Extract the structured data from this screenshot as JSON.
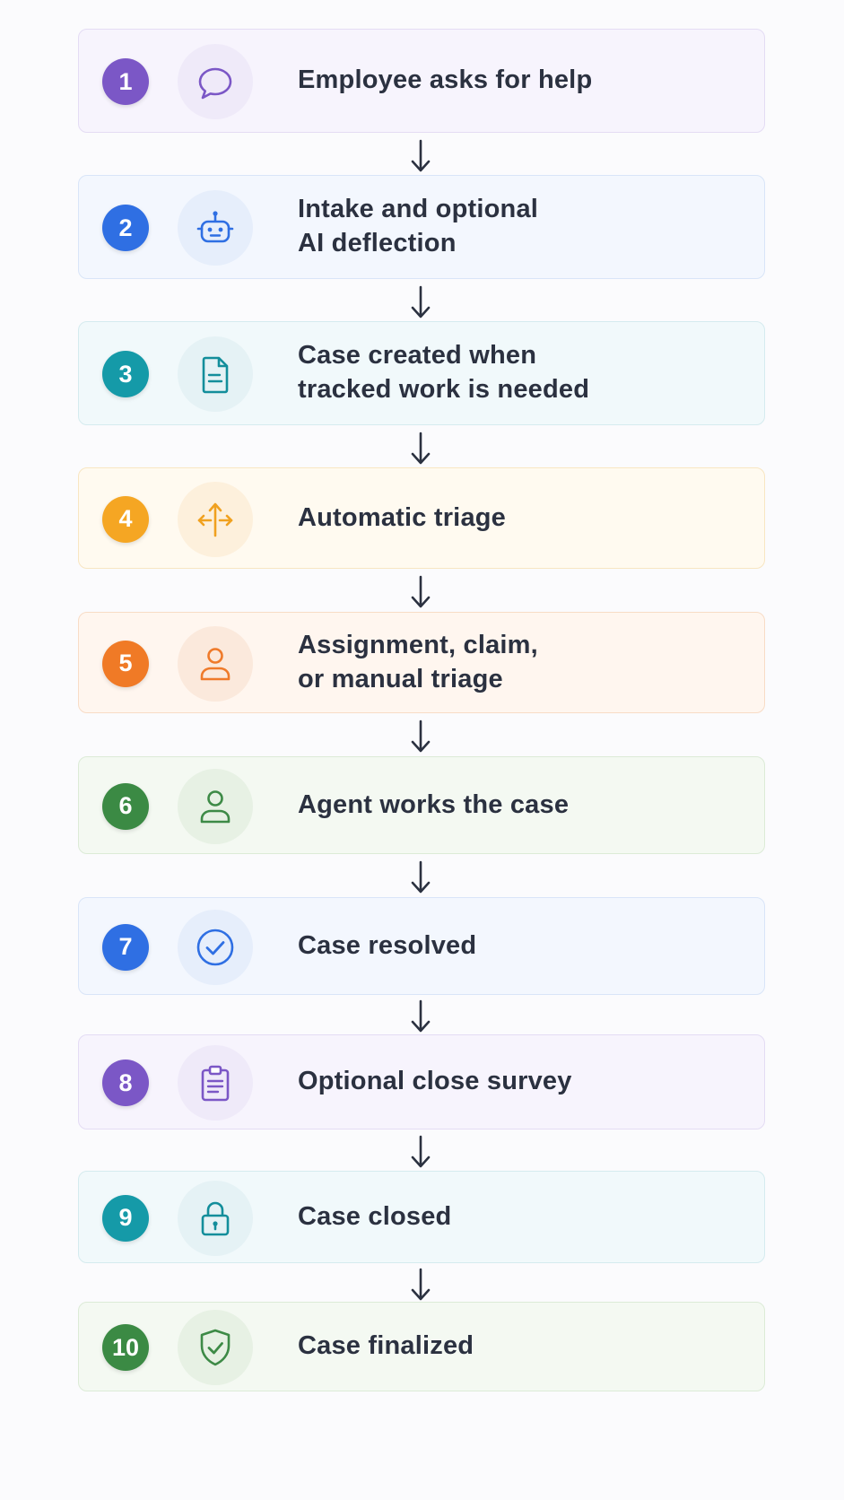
{
  "steps": [
    {
      "number": "1",
      "label": "Employee asks for help",
      "icon": "chat-bubble-icon",
      "badge_color": "#7b57c6",
      "accent": "#7b57c6",
      "card_bg": "#f7f4fd",
      "card_border": "#e4dcf4",
      "icon_bg": "#efeaf9"
    },
    {
      "number": "2",
      "label": "Intake and optional\nAI deflection",
      "icon": "robot-icon",
      "badge_color": "#2f6fe3",
      "accent": "#2f6fe3",
      "card_bg": "#f3f7fe",
      "card_border": "#d9e5f8",
      "icon_bg": "#e6eefb"
    },
    {
      "number": "3",
      "label": "Case created when\ntracked work is needed",
      "icon": "document-icon",
      "badge_color": "#159aa8",
      "accent": "#138e9b",
      "card_bg": "#f1f9fb",
      "card_border": "#d5ebef",
      "icon_bg": "#e5f2f5"
    },
    {
      "number": "4",
      "label": "Automatic triage",
      "icon": "split-arrows-icon",
      "badge_color": "#f5a623",
      "accent": "#f0a11f",
      "card_bg": "#fffaf0",
      "card_border": "#f8e6c2",
      "icon_bg": "#fdf0dc"
    },
    {
      "number": "5",
      "label": "Assignment, claim,\nor manual triage",
      "icon": "person-icon",
      "badge_color": "#f07a26",
      "accent": "#ef7a2a",
      "card_bg": "#fff6ef",
      "card_border": "#f8dcc6",
      "icon_bg": "#fbe9dc"
    },
    {
      "number": "6",
      "label": "Agent works the case",
      "icon": "agent-person-icon",
      "badge_color": "#3b8a44",
      "accent": "#3d8a46",
      "card_bg": "#f4f9f2",
      "card_border": "#dcebd7",
      "icon_bg": "#e7f1e4"
    },
    {
      "number": "7",
      "label": "Case resolved",
      "icon": "check-circle-icon",
      "badge_color": "#2f6fe3",
      "accent": "#2f6fe3",
      "card_bg": "#f3f7fe",
      "card_border": "#d9e5f8",
      "icon_bg": "#e6eefb"
    },
    {
      "number": "8",
      "label": "Optional close survey",
      "icon": "clipboard-icon",
      "badge_color": "#7b57c6",
      "accent": "#7b57c6",
      "card_bg": "#f7f4fd",
      "card_border": "#e4dcf4",
      "icon_bg": "#efeaf9"
    },
    {
      "number": "9",
      "label": "Case closed",
      "icon": "lock-icon",
      "badge_color": "#159aa8",
      "accent": "#138e9b",
      "card_bg": "#f1f9fb",
      "card_border": "#d5ebef",
      "icon_bg": "#e5f2f5"
    },
    {
      "number": "10",
      "label": "Case finalized",
      "icon": "shield-check-icon",
      "badge_color": "#3b8a44",
      "accent": "#3d8a46",
      "card_bg": "#f4f9f2",
      "card_border": "#dcebd7",
      "icon_bg": "#e7f1e4"
    }
  ],
  "arrow_color": "#2b3140"
}
